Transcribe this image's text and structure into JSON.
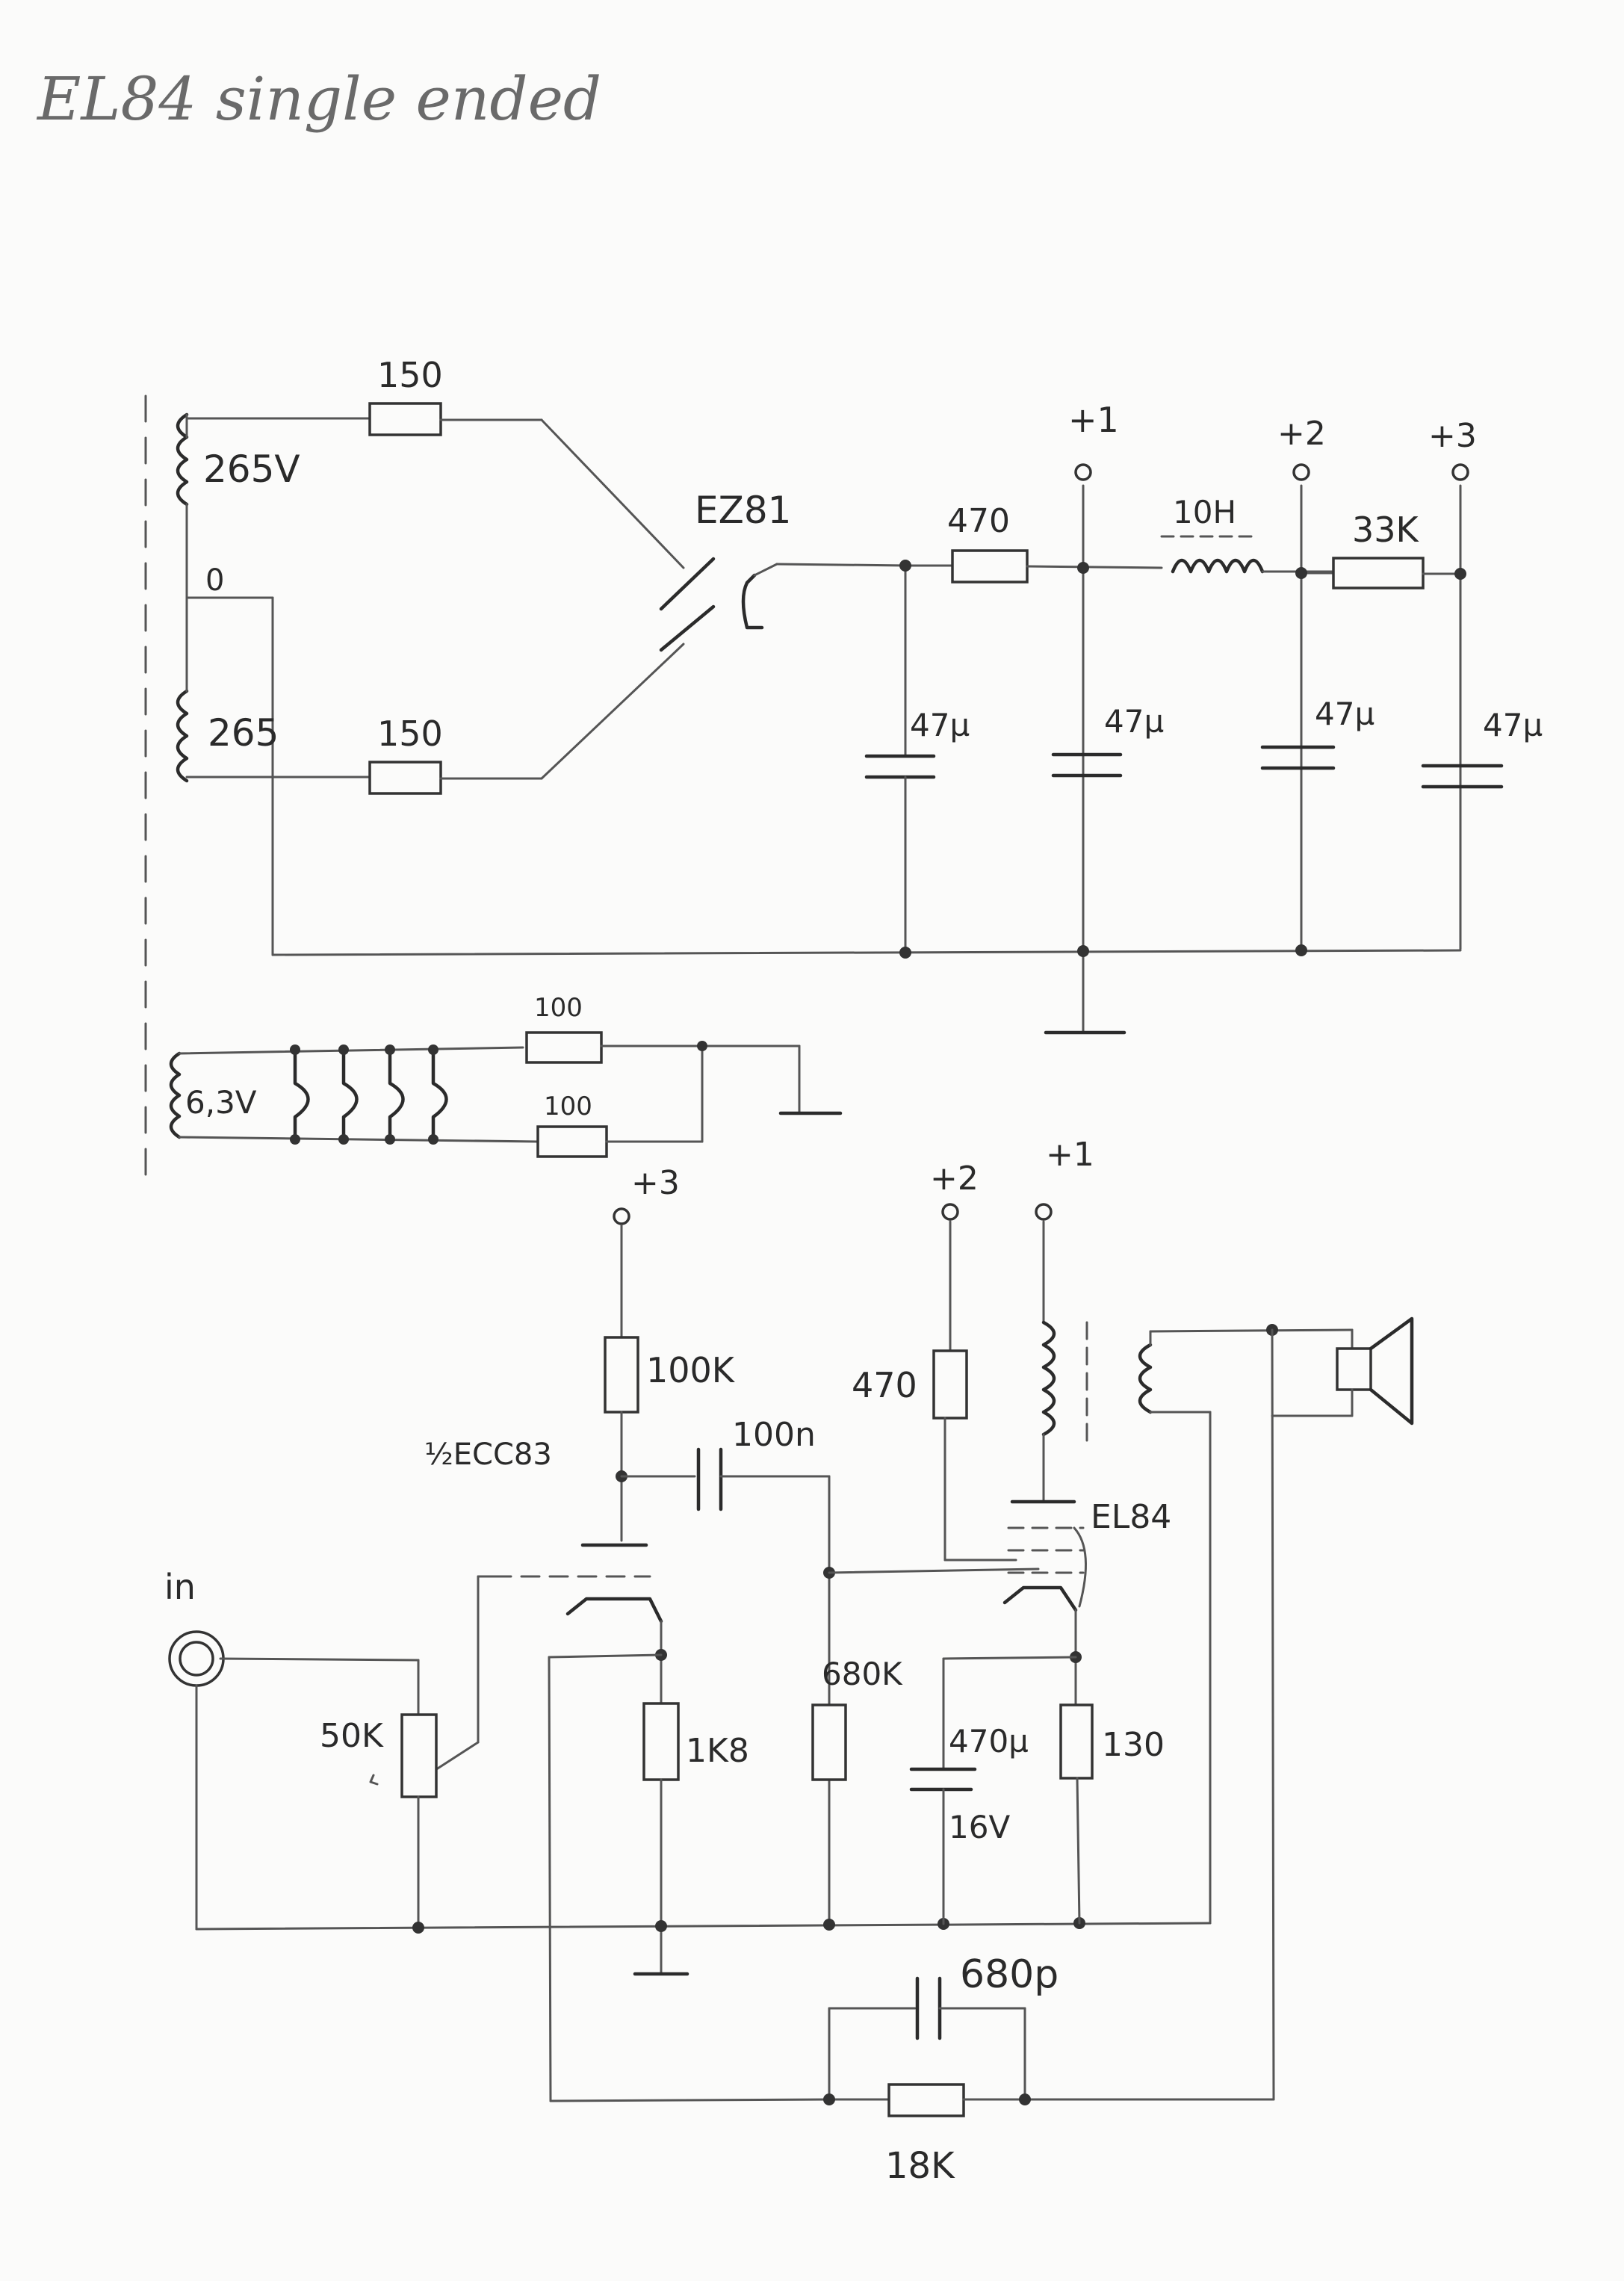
{
  "title": "EL84 single ended",
  "labels": {
    "r150_top": "150",
    "v265_top": "265V",
    "zero": "0",
    "v265_bot": "265",
    "r150_bot": "150",
    "ez81": "EZ81",
    "r470_ps": "470",
    "choke": "10H",
    "r33k": "33K",
    "rail1": "+1",
    "rail2": "+2",
    "rail3": "+3",
    "c1": "47µ",
    "c2": "47µ",
    "c3": "47µ",
    "c4": "47µ",
    "heater": "6,3V",
    "r100a": "100",
    "r100b": "100",
    "plus3": "+3",
    "plus2": "+2",
    "plus1": "+1",
    "r100k": "100K",
    "ecc83": "½ECC83",
    "c100n": "100n",
    "r470_g2": "470",
    "el84": "EL84",
    "in": "in",
    "pot": "50K",
    "r1k8": "1K8",
    "r680k": "680K",
    "c470u": "470µ",
    "v16": "16V",
    "r130": "130",
    "c680p": "680p",
    "r18k": "18K"
  }
}
